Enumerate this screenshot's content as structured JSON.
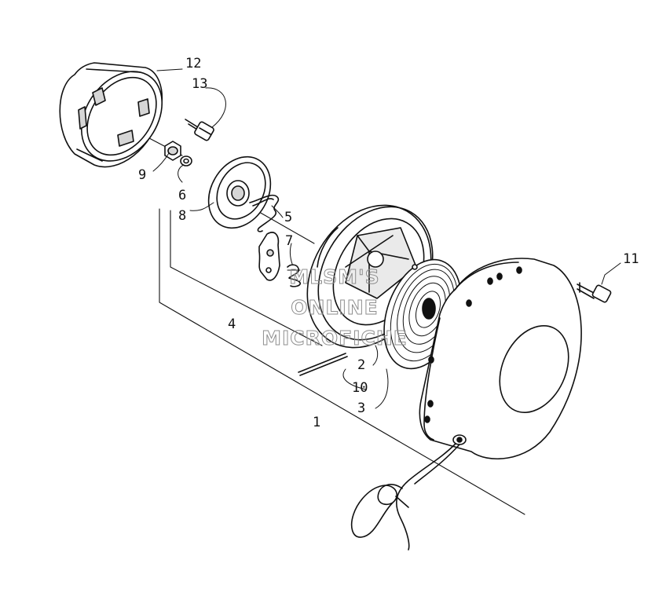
{
  "callouts": {
    "c1": "1",
    "c2": "2",
    "c3": "3",
    "c4": "4",
    "c5": "5",
    "c6": "6",
    "c7": "7",
    "c8": "8",
    "c9": "9",
    "c10": "10",
    "c11": "11",
    "c12": "12",
    "c13": "13"
  },
  "watermark": {
    "line1": "MLSM'S",
    "line2": "ONLINE",
    "line3": "MICROFICHE"
  },
  "colors": {
    "line": "#111111",
    "part_fill": "#ffffff",
    "shade": "#d6d6d6",
    "watermark_outline": "#8e8e8e"
  }
}
